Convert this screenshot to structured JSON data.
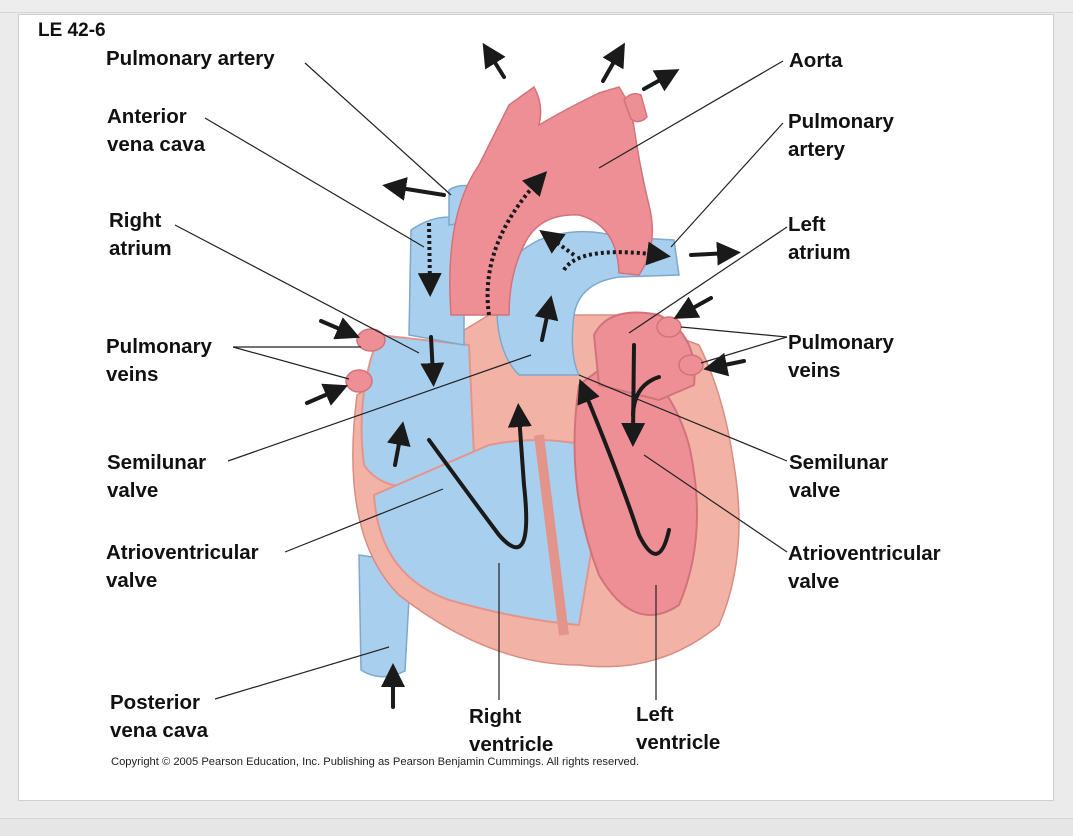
{
  "slide": {
    "id": "LE 42-6",
    "copyright": "Copyright © 2005 Pearson Education, Inc. Publishing as Pearson Benjamin Cummings. All rights reserved."
  },
  "labels": {
    "pulmonary_artery_left": "Pulmonary artery",
    "anterior_vena_cava": "Anterior\nvena cava",
    "right_atrium": "Right\natrium",
    "pulmonary_veins_left": "Pulmonary\nveins",
    "semilunar_valve_left": "Semilunar\nvalve",
    "av_valve_left": "Atrioventricular\nvalve",
    "posterior_vena_cava": "Posterior\nvena cava",
    "right_ventricle": "Right\nventricle",
    "left_ventricle": "Left\nventricle",
    "aorta": "Aorta",
    "pulmonary_artery_right": "Pulmonary\nartery",
    "left_atrium": "Left\natrium",
    "pulmonary_veins_right": "Pulmonary\nveins",
    "semilunar_valve_right": "Semilunar\nvalve",
    "av_valve_right": "Atrioventricular\nvalve"
  },
  "colors": {
    "deoxygenated": "#a9cfee",
    "oxygenated": "#ee8f96",
    "myocardium": "#f2b3a6",
    "arrow": "#1a1a1a",
    "leader_line": "#222222"
  }
}
